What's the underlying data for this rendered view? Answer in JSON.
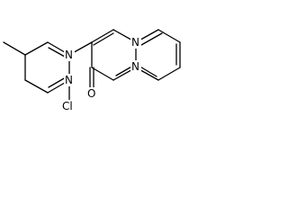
{
  "molecule": {
    "atoms": {
      "ring_n_top": "N",
      "ring_n_mid": "N",
      "carbonyl_o": "O",
      "quinox_n_top": "N",
      "quinox_n_bottom": "N",
      "chlorine": "Cl"
    }
  }
}
